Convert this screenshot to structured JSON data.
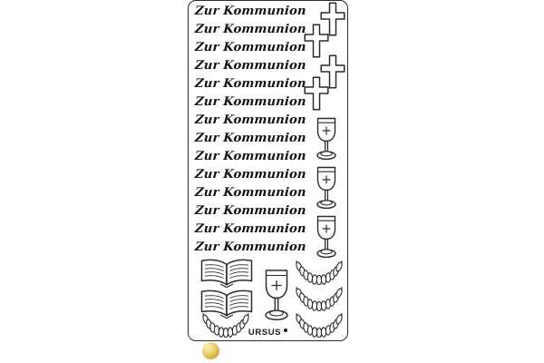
{
  "product": {
    "type": "sticker-sheet",
    "brand": "URSUS",
    "brand_mark": "registered-dot",
    "color_swatch": "gold",
    "swatch_colors": [
      "#faf0bd",
      "#dcc055",
      "#c09a22"
    ],
    "outline_color": "#2b2b2b",
    "background_color": "#ffffff"
  },
  "sheet": {
    "greeting_text": "Zur Kommunion",
    "greeting_count": 14,
    "greetings": [
      "Zur Kommunion",
      "Zur Kommunion",
      "Zur Kommunion",
      "Zur Kommunion",
      "Zur Kommunion",
      "Zur Kommunion",
      "Zur Kommunion",
      "Zur Kommunion",
      "Zur Kommunion",
      "Zur Kommunion",
      "Zur Kommunion",
      "Zur Kommunion",
      "Zur Kommunion",
      "Zur Kommunion"
    ],
    "icons": {
      "cross_count": 4,
      "chalice_small_count": 3,
      "chalice_large_count": 1,
      "book_count": 2,
      "laurel_count": 4,
      "cross_label": "cross",
      "chalice_label": "chalice",
      "book_label": "open-bible",
      "laurel_label": "laurel-branch"
    }
  }
}
